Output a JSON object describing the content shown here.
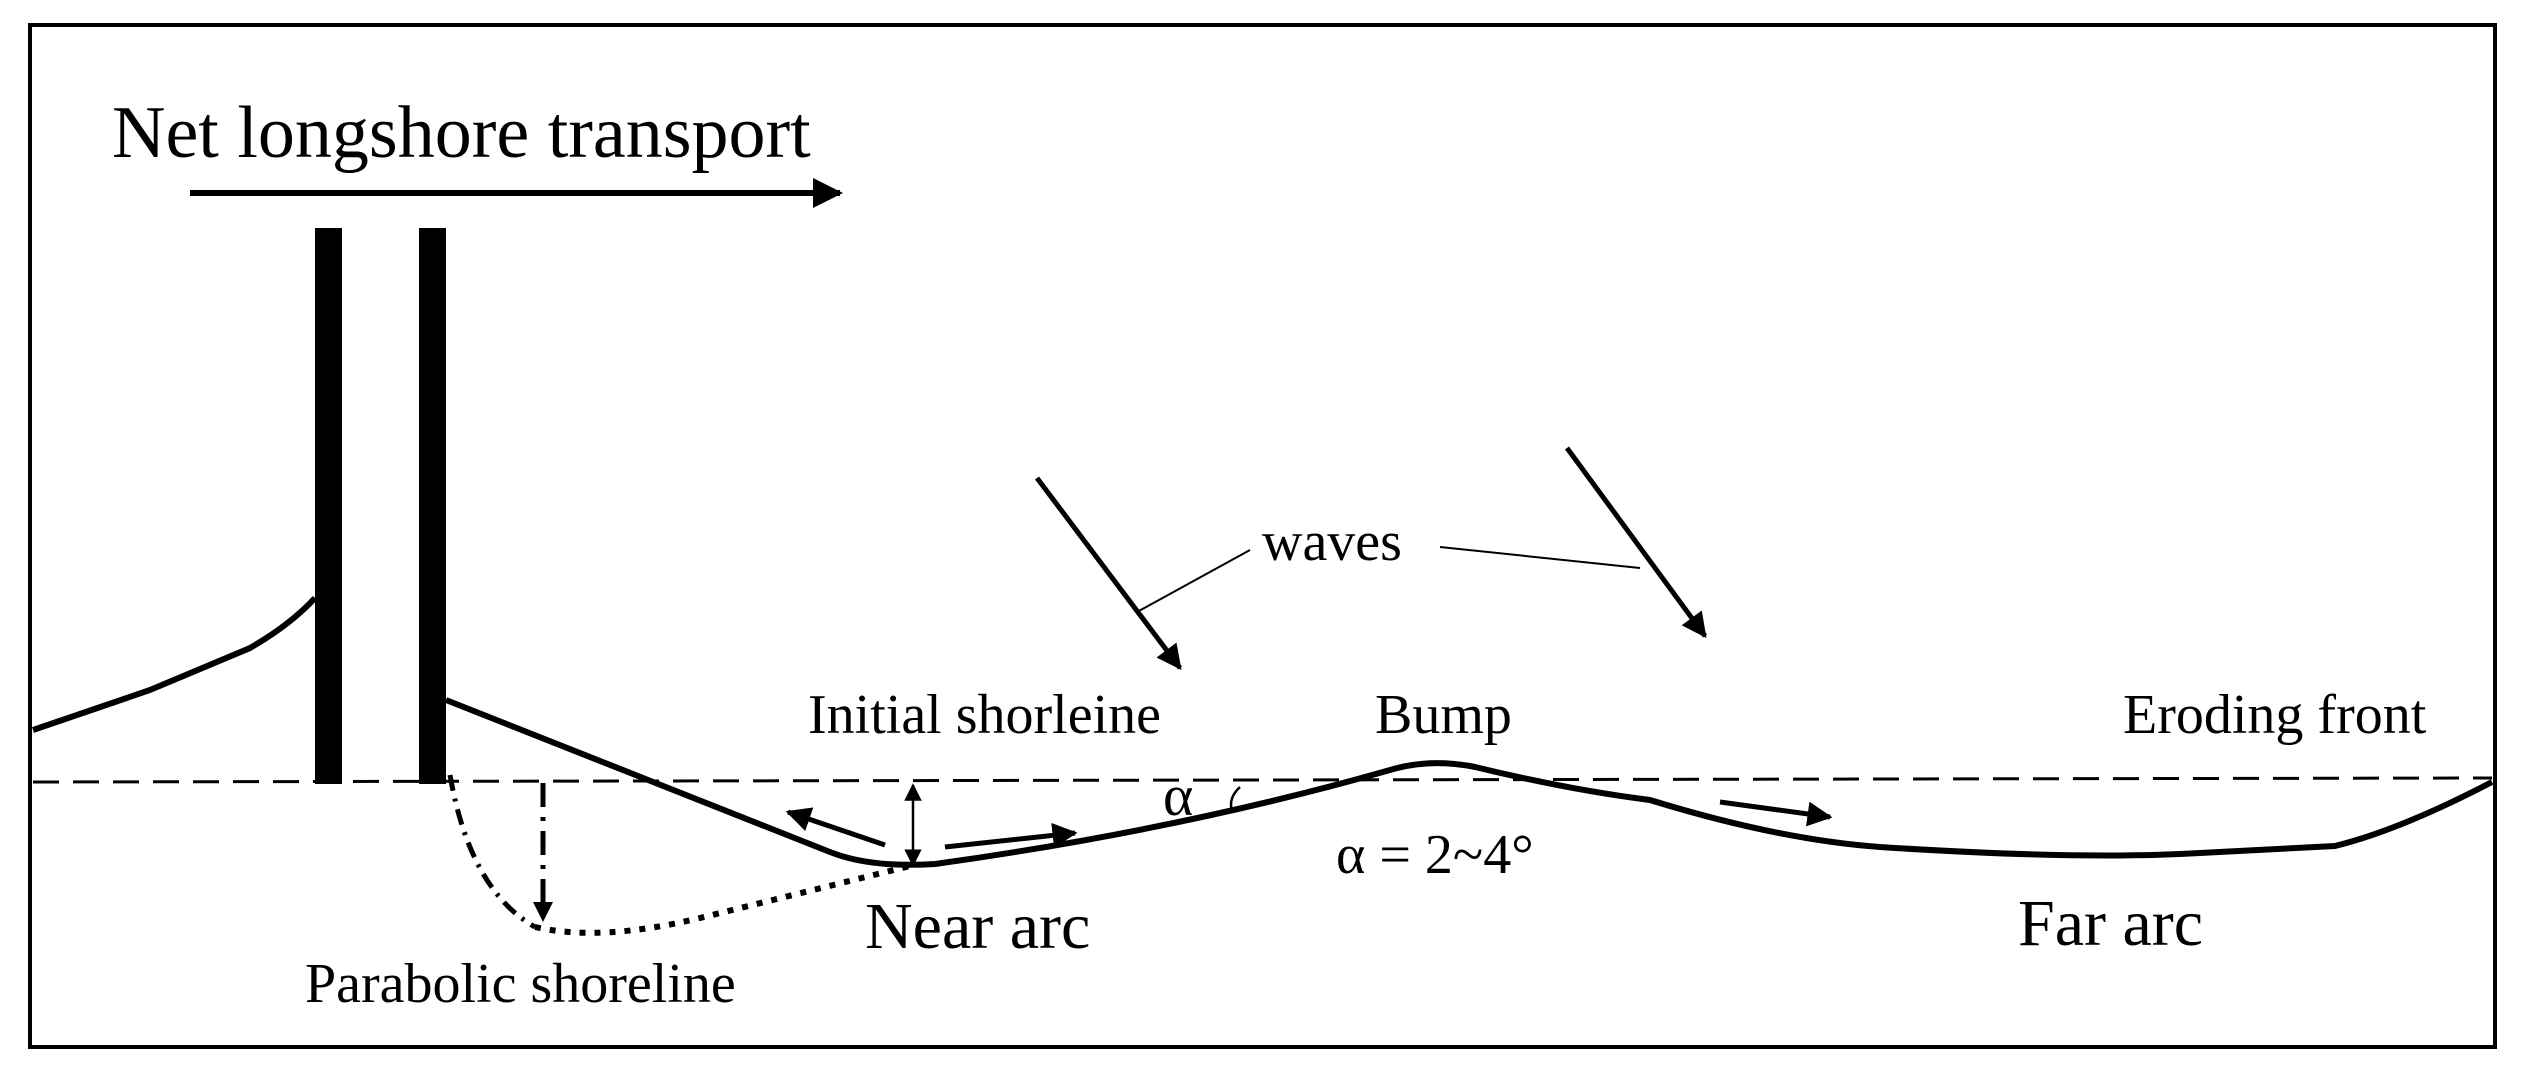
{
  "labels": {
    "transport": "Net longshore transport",
    "waves": "waves",
    "initial_shoreline": "Initial shorleine",
    "bump": "Bump",
    "eroding_front": "Eroding front",
    "alpha_symbol": "α",
    "alpha_value": "α = 2~4°",
    "near_arc": "Near arc",
    "far_arc": "Far arc",
    "parabolic_shoreline": "Parabolic shoreline"
  },
  "colors": {
    "stroke": "#000000",
    "background": "#ffffff"
  }
}
